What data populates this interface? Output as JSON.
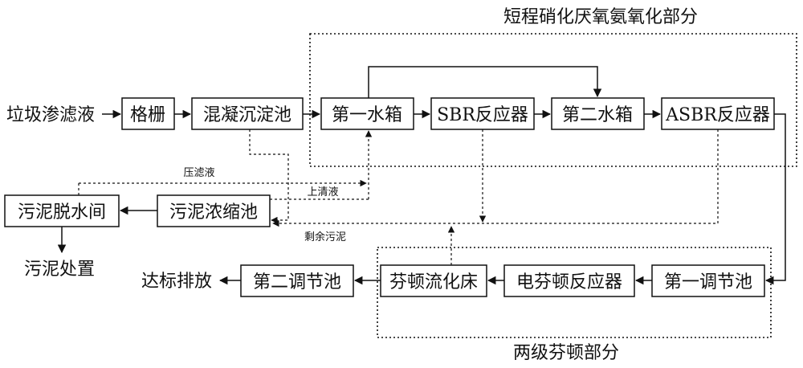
{
  "sections": {
    "top_title": "短程硝化厌氧氨氧化部分",
    "bottom_title": "两级芬顿部分"
  },
  "nodes": {
    "input": "垃圾渗滤液",
    "grille": "格栅",
    "coag": "混凝沉淀池",
    "tank1": "第一水箱",
    "sbr": "SBR反应器",
    "tank2": "第二水箱",
    "asbr": "ASBR反应器",
    "dewater": "污泥脱水间",
    "thicken": "污泥浓缩池",
    "disposal": "污泥处置",
    "discharge": "达标排放",
    "adj2": "第二调节池",
    "fenton_bed": "芬顿流化床",
    "e_fenton": "电芬顿反应器",
    "adj1": "第一调节池"
  },
  "flow_labels": {
    "press_filtrate": "压滤液",
    "supernatant": "上清液",
    "excess_sludge": "剩余污泥"
  }
}
